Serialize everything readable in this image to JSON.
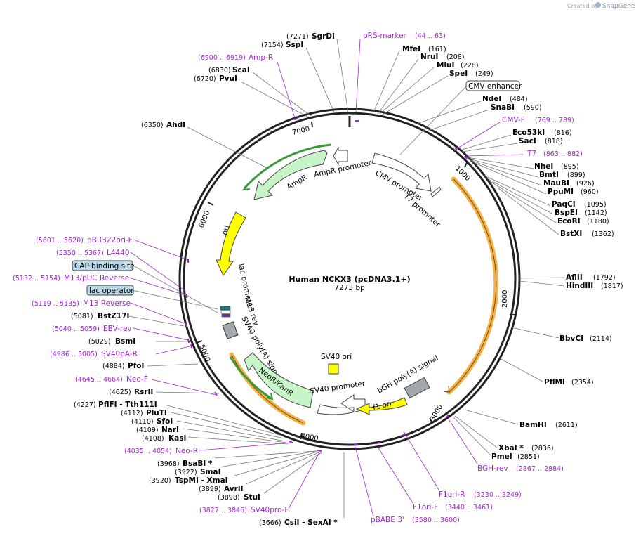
{
  "credit": {
    "prefix": "Created by",
    "brand": "SnapGene"
  },
  "plasmid": {
    "name": "Human NCKX3 (pcDNA3.1+)",
    "length": "7273 bp"
  },
  "ticks": [
    "1000",
    "2000",
    "3000",
    "4000",
    "5000",
    "6000",
    "7000"
  ],
  "features": {
    "cmv_enhancer": "CMV enhancer",
    "cap_binding_site": "CAP binding site",
    "lac_operator": "lac operator",
    "ampr": "AmpR",
    "ampr_promoter": "AmpR promoter",
    "cmv_promoter": "CMV promoter",
    "t7_promoter": "T7 promoter",
    "ori": "ori",
    "lac_promoter": "lac promoter",
    "m13_rev": "M13 rev",
    "sv40_polya": "SV40 poly(A) signal",
    "neor": "NeoR/KanR",
    "sv40_promoter": "SV40 promoter",
    "sv40_ori": "SV40 ori",
    "bgh_polya": "bGH poly(A) signal",
    "f1_ori": "f1 ori"
  },
  "enzymes": [
    {
      "name": "SgrDI",
      "pos": "(7271)"
    },
    {
      "name": "SspI",
      "pos": "(7154)"
    },
    {
      "name": "ScaI",
      "pos": "(6830)"
    },
    {
      "name": "PvuI",
      "pos": "(6720)"
    },
    {
      "name": "AhdI",
      "pos": "(6350)"
    },
    {
      "name": "MfeI",
      "pos": "(161)"
    },
    {
      "name": "NruI",
      "pos": "(208)"
    },
    {
      "name": "MluI",
      "pos": "(228)"
    },
    {
      "name": "SpeI",
      "pos": "(249)"
    },
    {
      "name": "NdeI",
      "pos": "(484)"
    },
    {
      "name": "SnaBI",
      "pos": "(590)"
    },
    {
      "name": "Eco53kI",
      "pos": "(816)"
    },
    {
      "name": "SacI",
      "pos": "(818)"
    },
    {
      "name": "NheI",
      "pos": "(895)"
    },
    {
      "name": "BmtI",
      "pos": "(899)"
    },
    {
      "name": "MauBI",
      "pos": "(926)"
    },
    {
      "name": "PpuMI",
      "pos": "(960)"
    },
    {
      "name": "PaqCI",
      "pos": "(1095)"
    },
    {
      "name": "BspEI",
      "pos": "(1142)"
    },
    {
      "name": "EcoRI",
      "pos": "(1180)"
    },
    {
      "name": "BstXI",
      "pos": "(1362)"
    },
    {
      "name": "AflII",
      "pos": "(1792)"
    },
    {
      "name": "HindIII",
      "pos": "(1817)"
    },
    {
      "name": "BbvCI",
      "pos": "(2114)"
    },
    {
      "name": "PflMI",
      "pos": "(2354)"
    },
    {
      "name": "BamHI",
      "pos": "(2611)"
    },
    {
      "name": "XbaI *",
      "pos": "(2836)"
    },
    {
      "name": "PmeI",
      "pos": "(2851)"
    },
    {
      "name": "BstZ17I",
      "pos": "(5081)"
    },
    {
      "name": "BsmI",
      "pos": "(5029)"
    },
    {
      "name": "PfoI",
      "pos": "(4884)"
    },
    {
      "name": "RsrII",
      "pos": "(4625)"
    },
    {
      "name": "PflFI  - Tth111I",
      "pos": "(4227)"
    },
    {
      "name": "PluTI",
      "pos": "(4112)"
    },
    {
      "name": "SfoI",
      "pos": "(4110)"
    },
    {
      "name": "NarI",
      "pos": "(4109)"
    },
    {
      "name": "KasI",
      "pos": "(4108)"
    },
    {
      "name": "BsaBI *",
      "pos": "(3968)"
    },
    {
      "name": "SmaI",
      "pos": "(3922)"
    },
    {
      "name": "TspMI  - XmaI",
      "pos": "(3920)"
    },
    {
      "name": "AvrII",
      "pos": "(3899)"
    },
    {
      "name": "StuI",
      "pos": "(3898)"
    },
    {
      "name": "CsiI  - SexAI *",
      "pos": "(3666)"
    }
  ],
  "primers": [
    {
      "name": "pRS-marker",
      "pos": "(44 .. 63)"
    },
    {
      "name": "Amp-R",
      "pos": "(6900 .. 6919)"
    },
    {
      "name": "CMV-F",
      "pos": "(769 .. 789)"
    },
    {
      "name": "T7",
      "pos": "(863 .. 882)"
    },
    {
      "name": "pBR322ori-F",
      "pos": "(5601 .. 5620)"
    },
    {
      "name": "L4440",
      "pos": "(5350 .. 5367)"
    },
    {
      "name": "M13/pUC Reverse",
      "pos": "(5132 .. 5154)"
    },
    {
      "name": "M13 Reverse",
      "pos": "(5119 .. 5135)"
    },
    {
      "name": "EBV-rev",
      "pos": "(5040 .. 5059)"
    },
    {
      "name": "SV40pA-R",
      "pos": "(4986 .. 5005)"
    },
    {
      "name": "Neo-F",
      "pos": "(4645 .. 4664)"
    },
    {
      "name": "Neo-R",
      "pos": "(4035 .. 4054)"
    },
    {
      "name": "SV40pro-F",
      "pos": "(3827 .. 3846)"
    },
    {
      "name": "pBABE 3'",
      "pos": "(3580 .. 3600)"
    },
    {
      "name": "F1ori-F",
      "pos": "(3440 .. 3461)"
    },
    {
      "name": "F1ori-R",
      "pos": "(3230 .. 3249)"
    },
    {
      "name": "BGH-rev",
      "pos": "(2867 .. 2884)"
    }
  ],
  "colors": {
    "backbone": "#222222",
    "primer": "#9b2bc9",
    "amp": "#c8f5c8",
    "amp_stroke": "#3a9a3a",
    "ori": "#ffff00",
    "orf_highlight": "#f2b24a",
    "gray_feature": "#a3a8ad",
    "label_box": "#b7d6e6"
  }
}
